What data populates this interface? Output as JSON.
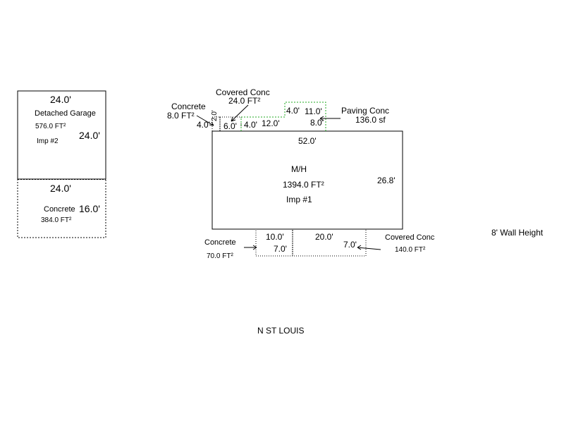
{
  "garage": {
    "top_dim": "24.0'",
    "name": "Detached Garage",
    "area": "576.0 FT²",
    "side_dim": "24.0'",
    "imp": "Imp #2"
  },
  "garage_concrete": {
    "top_dim": "24.0'",
    "name": "Concrete",
    "side_dim": "16.0'",
    "area": "384.0 FT²"
  },
  "mh": {
    "top_dim": "52.0'",
    "name": "M/H",
    "area": "1394.0 FT²",
    "imp": "Imp #1",
    "side_dim": "26.8'"
  },
  "concrete_small": {
    "name": "Concrete",
    "area": "8.0 FT²",
    "side_dim": "4.0'",
    "width_dim": "2.0'"
  },
  "covered_top": {
    "name": "Covered Conc",
    "area": "24.0 FT²",
    "width_dim": "6.0'",
    "side_dim": "4.0'"
  },
  "paving": {
    "name": "Paving Conc",
    "area": "136.0 sf",
    "dim_12": "12.0'",
    "dim_4": "4.0'",
    "dim_11": "11.0'",
    "dim_8": "8.0'"
  },
  "concrete_bottom": {
    "name": "Concrete",
    "area": "70.0 FT²",
    "width_dim": "10.0'",
    "depth_dim": "7.0'"
  },
  "covered_bottom": {
    "name": "Covered Conc",
    "area": "140.0 FT²",
    "width_dim": "20.0'",
    "depth_dim": "7.0'"
  },
  "notes": {
    "wall_height": "8' Wall Height",
    "street": "N ST LOUIS"
  },
  "colors": {
    "outline": "#000000",
    "paving_outline": "#22aa22"
  }
}
